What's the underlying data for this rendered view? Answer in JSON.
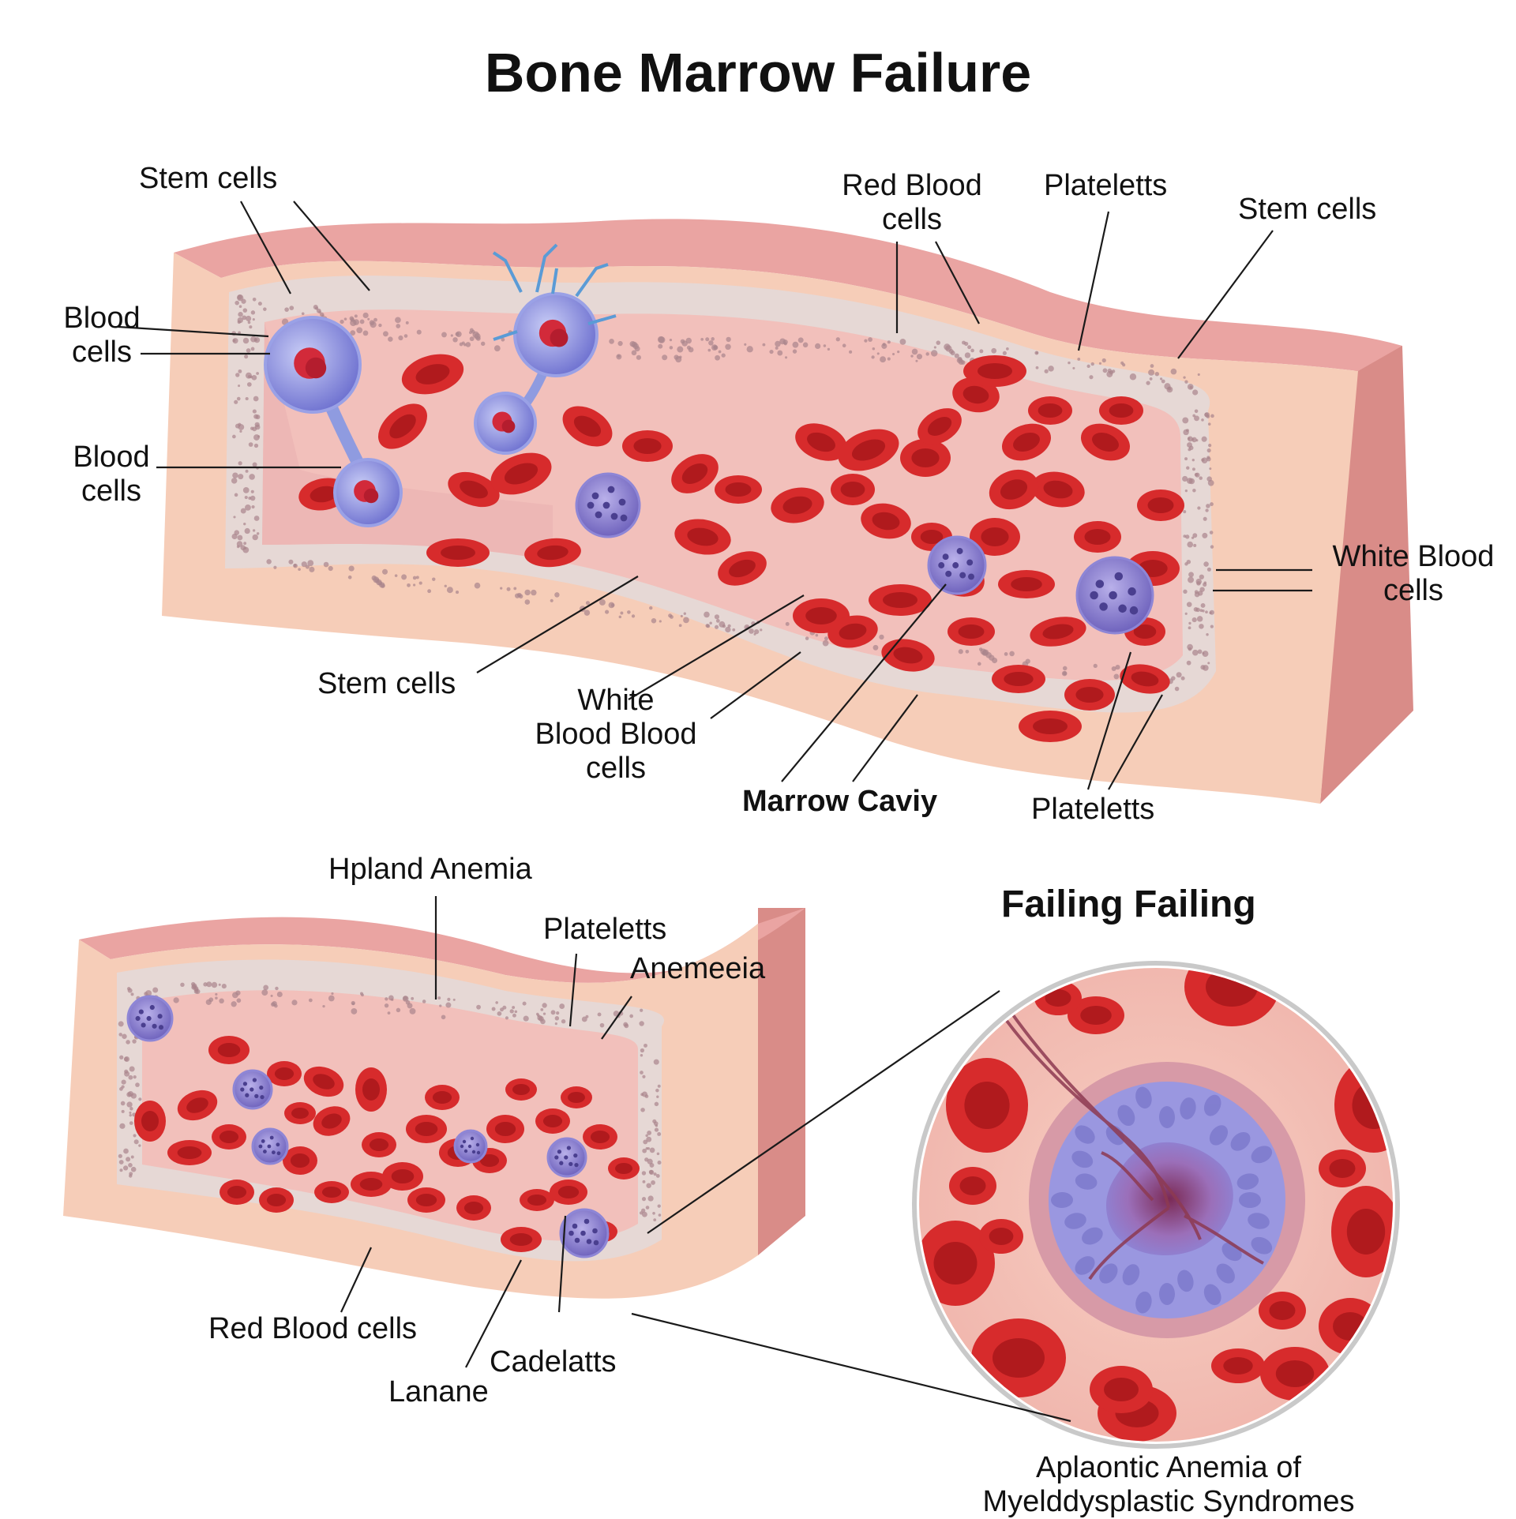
{
  "title": "Bone Marrow Failure",
  "top_diagram": {
    "labels": {
      "stem_cells_top_left": "Stem cells",
      "blood_cells_1": [
        "Blood",
        "cells"
      ],
      "blood_cells_2": [
        "Blood",
        "cells"
      ],
      "red_blood_cells": [
        "Red Blood",
        "cells"
      ],
      "plateletts_top": "Plateletts",
      "stem_cells_top_right": "Stem cells",
      "white_blood_cells_right": [
        "White Blood",
        "cells"
      ],
      "stem_cells_bottom": "Stem cells",
      "white_blood_blood_cells": [
        "White",
        "Blood Blood",
        "cells"
      ],
      "marrow_cavity": "Marrow Caviy",
      "plateletts_bottom": "Plateletts"
    }
  },
  "bottom_diagram": {
    "labels": {
      "hpland_anemia": "Hpland Anemia",
      "plateletts": "Plateletts",
      "anemeeia": "Anemeeia",
      "red_blood_cells": "Red Blood cells",
      "cadelatts": "Cadelatts",
      "lanane": "Lanane"
    }
  },
  "inset": {
    "title": "Failing Failing",
    "caption": [
      "Aplaontic Anemia of",
      "Myelddysplastic Syndromes"
    ]
  },
  "colors": {
    "tissue_pink": "#e9a3a1",
    "tissue_light": "#f7cdb8",
    "marrow_gray": "#e8dcd8",
    "cavity_pink": "#f3c2bc",
    "red_cell": "#d3262a",
    "red_cell_center": "#b01a1e",
    "white_cell": "#8a7cc9",
    "stem_cell_blue": "#7f8ad8"
  }
}
